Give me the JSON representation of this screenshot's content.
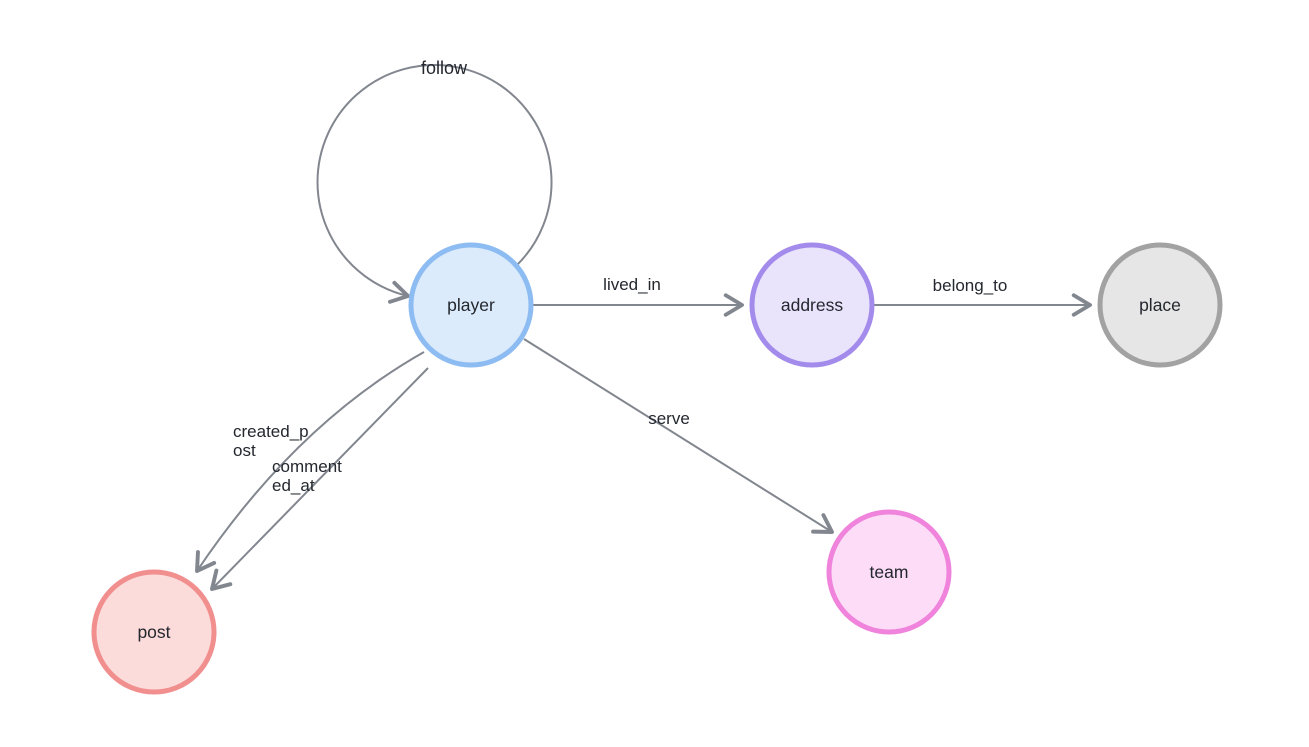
{
  "canvas": {
    "background": "#ffffff"
  },
  "colors": {
    "edge_line": "#82868f",
    "label_text": "#23272e"
  },
  "nodes": {
    "player": {
      "label": "player",
      "fill": "#dcebfc",
      "border": "#8cbcf2"
    },
    "address": {
      "label": "address",
      "fill": "#eae3fc",
      "border": "#a38bec"
    },
    "place": {
      "label": "place",
      "fill": "#e6e6e6",
      "border": "#a2a2a2"
    },
    "post": {
      "label": "post",
      "fill": "#fcdbdb",
      "border": "#f18e8e"
    },
    "team": {
      "label": "team",
      "fill": "#fcdcf7",
      "border": "#f083dc"
    }
  },
  "edges": {
    "follow": {
      "label": "follow",
      "from": "player",
      "to": "player"
    },
    "lived_in": {
      "label": "lived_in",
      "from": "player",
      "to": "address"
    },
    "belong_to": {
      "label": "belong_to",
      "from": "address",
      "to": "place"
    },
    "serve": {
      "label": "serve",
      "from": "player",
      "to": "team"
    },
    "created_post": {
      "label_lines": [
        "created_p",
        "ost"
      ],
      "from": "player",
      "to": "post"
    },
    "commented_at": {
      "label_lines": [
        "comment",
        "ed_at"
      ],
      "from": "player",
      "to": "post"
    }
  }
}
